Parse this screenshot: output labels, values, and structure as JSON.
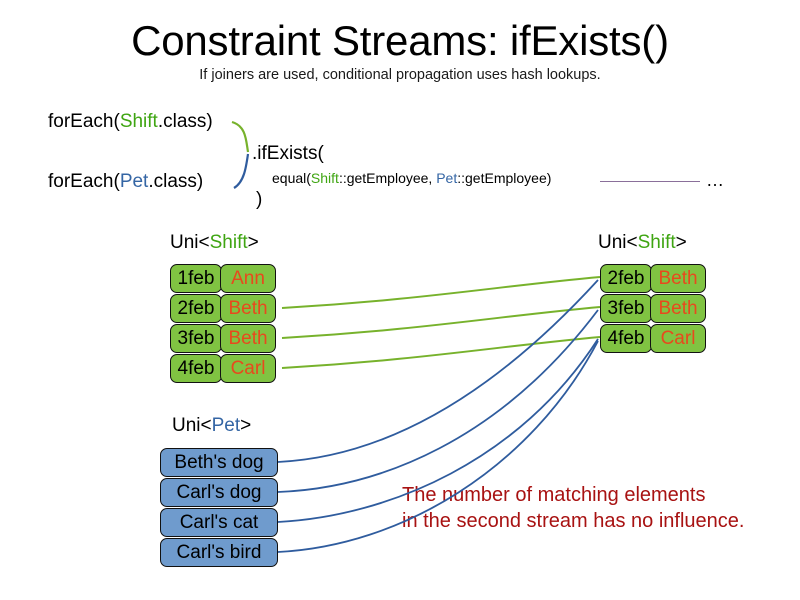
{
  "header": {
    "title": "Constraint Streams: ifExists()",
    "subtitle": "If joiners are used, conditional propagation uses hash lookups."
  },
  "code": {
    "foreach_shift": {
      "prefix": "forEach(",
      "type": "Shift",
      "suffix": ".class)"
    },
    "foreach_pet": {
      "prefix": "forEach(",
      "type": "Pet",
      "suffix": ".class)"
    },
    "ifexists": ".ifExists(",
    "equal": {
      "prefix": "equal(",
      "type_a": "Shift",
      "mid": "::getEmployee, ",
      "type_b": "Pet",
      "suffix": "::getEmployee)"
    },
    "close_paren": ")",
    "ellipsis": "…"
  },
  "streams": {
    "left_shift": {
      "label_prefix": "Uni<",
      "label_type": "Shift",
      "label_suffix": ">",
      "rows": [
        {
          "date": "1feb",
          "employee": "Ann"
        },
        {
          "date": "2feb",
          "employee": "Beth"
        },
        {
          "date": "3feb",
          "employee": "Beth"
        },
        {
          "date": "4feb",
          "employee": "Carl"
        }
      ]
    },
    "right_shift": {
      "label_prefix": "Uni<",
      "label_type": "Shift",
      "label_suffix": ">",
      "rows": [
        {
          "date": "2feb",
          "employee": "Beth"
        },
        {
          "date": "3feb",
          "employee": "Beth"
        },
        {
          "date": "4feb",
          "employee": "Carl"
        }
      ]
    },
    "pet": {
      "label_prefix": "Uni<",
      "label_type": "Pet",
      "label_suffix": ">",
      "rows": [
        {
          "name": "Beth's dog"
        },
        {
          "name": "Carl's dog"
        },
        {
          "name": "Carl's cat"
        },
        {
          "name": "Carl's bird"
        }
      ]
    }
  },
  "annotation": {
    "line1": "The number of matching elements",
    "line2": "in the second stream has no influence."
  },
  "colors": {
    "shift_green": "#3fa512",
    "pet_blue": "#3465a4",
    "box_green": "#80c342",
    "box_blue": "#6f9bcd",
    "employee_orange": "#e8491d",
    "annotation_red": "#a81212",
    "wire_green": "#77b22c",
    "wire_blue": "#2f5c9e",
    "tail_purple": "#8a6f9a"
  }
}
